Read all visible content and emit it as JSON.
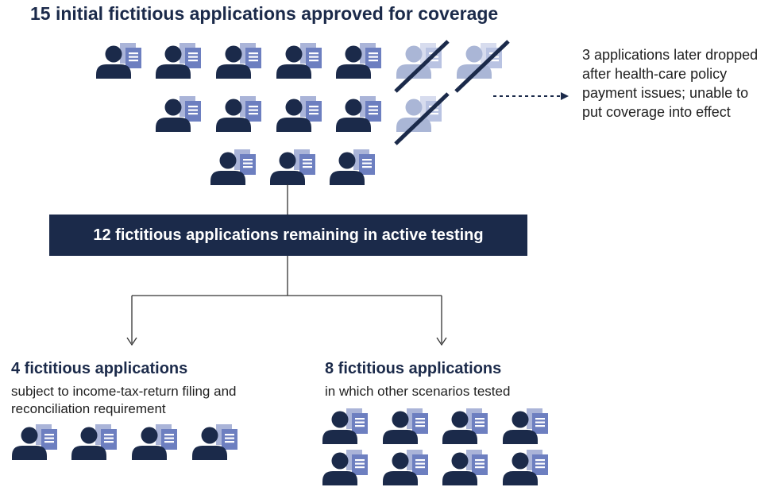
{
  "title": "15 initial fictitious applications approved for coverage",
  "dropped_note": "3 applications later dropped after health-care policy payment issues; unable to put coverage into effect",
  "banner": "12 fictitious applications remaining in active testing",
  "groups": [
    {
      "title": "4 fictitious applications",
      "description": "subject to income-tax-return filing and reconciliation requirement",
      "count": 4
    },
    {
      "title": "8 fictitious applications",
      "description": "in which other scenarios tested",
      "count": 8
    }
  ],
  "initial_applications": {
    "total": 15,
    "dropped": 3,
    "remaining": 12
  },
  "icon": "person-with-document-icon",
  "colors": {
    "navy": "#1b2a4a",
    "document_front": "#6d7fc0",
    "document_back": "#aab4d8",
    "faded_person": "#aab6d6"
  }
}
